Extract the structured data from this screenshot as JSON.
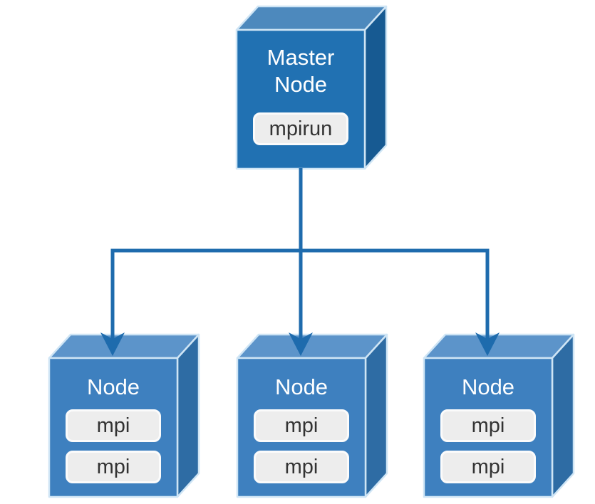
{
  "colors": {
    "master-front": "#2171B2",
    "master-top": "#4D89BD",
    "master-side": "#175A92",
    "node-front": "#3E80BF",
    "node-top": "#5C94CA",
    "node-side": "#2E6CA4",
    "edge": "#CFE5F5",
    "connector": "#1E6BAD",
    "chip-bg": "#EDEDED",
    "chip-border": "#FBFBFB",
    "chip-text": "#333333",
    "label-text": "#FFFFFF"
  },
  "master": {
    "label": "Master Node",
    "process": "mpirun"
  },
  "nodes": [
    {
      "label": "Node",
      "processes": [
        "mpi",
        "mpi"
      ]
    },
    {
      "label": "Node",
      "processes": [
        "mpi",
        "mpi"
      ]
    },
    {
      "label": "Node",
      "processes": [
        "mpi",
        "mpi"
      ]
    }
  ]
}
